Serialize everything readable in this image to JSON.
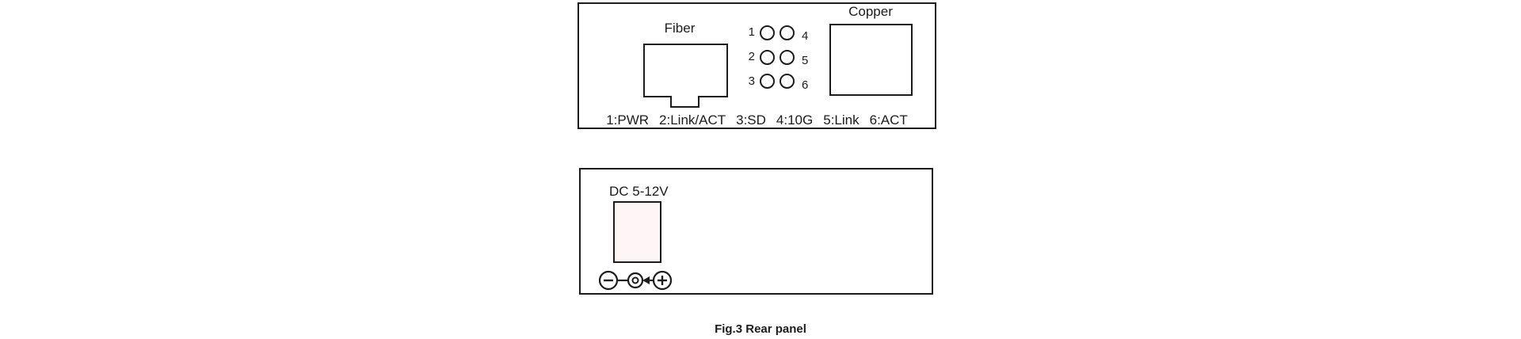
{
  "figure": {
    "caption": "Fig.3 Rear panel"
  },
  "rear_panel": {
    "fiber_port_label": "Fiber",
    "copper_port_label": "Copper",
    "led_numbers": [
      "1",
      "2",
      "3",
      "4",
      "5",
      "6"
    ],
    "legend": [
      "1:PWR",
      "2:Link/ACT",
      "3:SD",
      "4:10G",
      "5:Link",
      "6:ACT"
    ]
  },
  "power_panel": {
    "input_label": "DC 5-12V",
    "polarity_negative_symbol": "−",
    "polarity_positive_symbol": "+"
  },
  "icons": {
    "dc_polarity": "dc-polarity-center-positive-icon"
  },
  "colors": {
    "line": "#1c1c1c",
    "background": "#ffffff",
    "jack_fill": "#fdf5f6"
  }
}
